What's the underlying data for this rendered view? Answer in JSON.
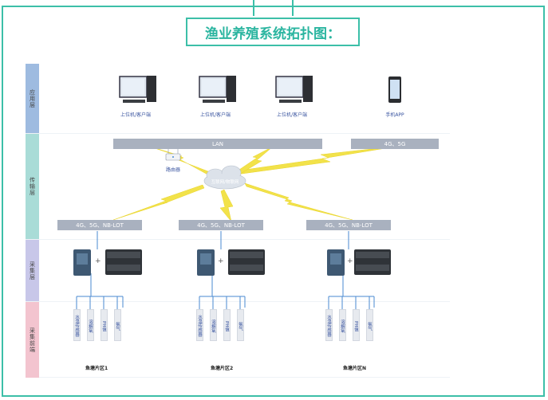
{
  "title": "渔业养殖系统拓扑图：",
  "layers": {
    "application": "应用层",
    "transmission": "传输层",
    "collection": "采集层",
    "front_end": "采集前端"
  },
  "clients": [
    "上位机/客户端",
    "上位机/客户端",
    "上位机/客户端"
  ],
  "mobile_app": "手机APP",
  "lan": "LAN",
  "mobile_net": "4G、5G",
  "router": "路由器",
  "cloud": "互联网/物联网",
  "gateways": [
    "4G、5G、NB-LOT",
    "4G、5G、NB-LOT",
    "4G、5G、NB-LOT"
  ],
  "plus": "+",
  "sensors": [
    "水温传感器",
    "溶解氧",
    "PH值",
    "氨气"
  ],
  "zones": [
    "鱼塘片区1",
    "鱼塘片区2",
    "鱼塘片区N"
  ],
  "colors": {
    "accent": "#3cbfa8",
    "bar": "#a9b1bf",
    "bolt": "#f2e24a",
    "wire": "#4a8ad0"
  }
}
